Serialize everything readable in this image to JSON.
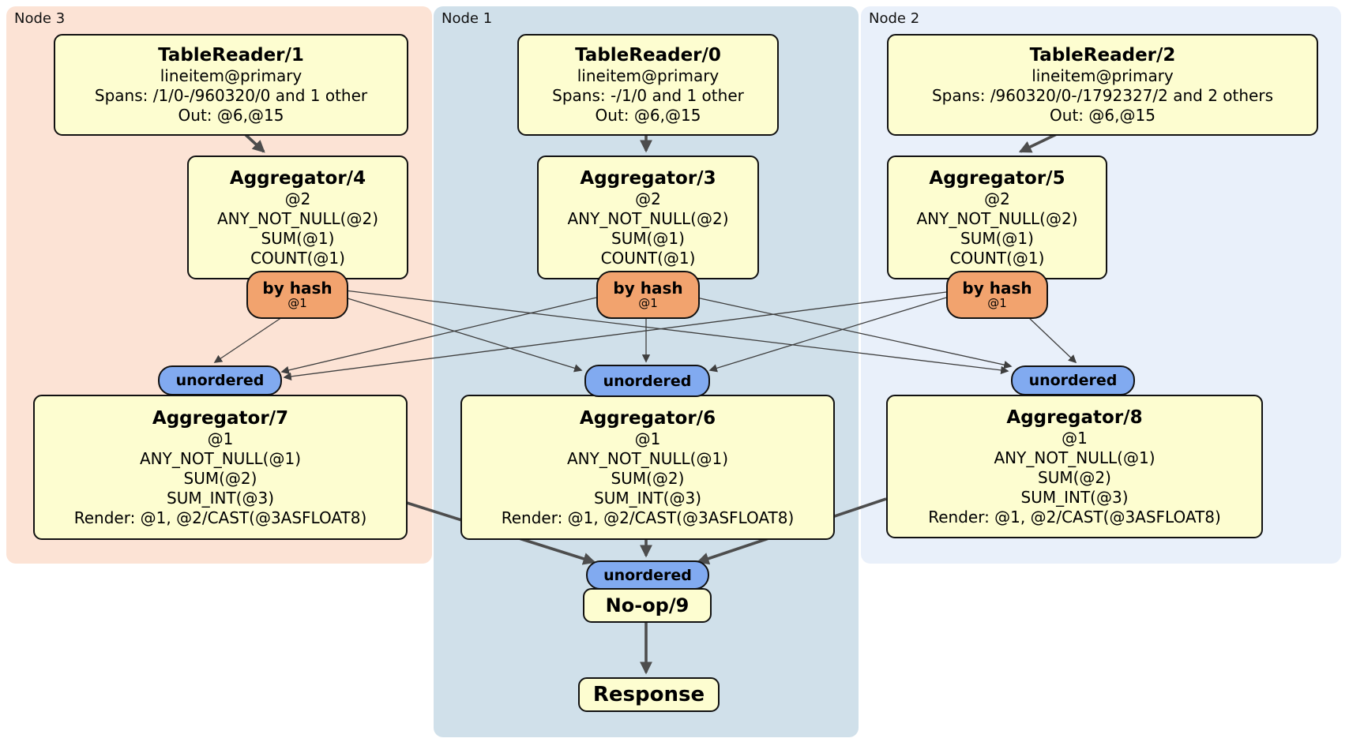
{
  "regions": {
    "node3": {
      "label": "Node 3"
    },
    "node1": {
      "label": "Node 1"
    },
    "node2": {
      "label": "Node 2"
    }
  },
  "processors": {
    "tr1": {
      "title": "TableReader/1",
      "lines": [
        "lineitem@primary",
        "Spans: /1/0-/960320/0 and 1 other",
        "Out: @6,@15"
      ]
    },
    "tr0": {
      "title": "TableReader/0",
      "lines": [
        "lineitem@primary",
        "Spans: -/1/0 and 1 other",
        "Out: @6,@15"
      ]
    },
    "tr2": {
      "title": "TableReader/2",
      "lines": [
        "lineitem@primary",
        "Spans: /960320/0-/1792327/2 and 2 others",
        "Out: @6,@15"
      ]
    },
    "agg4": {
      "title": "Aggregator/4",
      "lines": [
        "@2",
        "ANY_NOT_NULL(@2)",
        "SUM(@1)",
        "COUNT(@1)"
      ]
    },
    "agg3": {
      "title": "Aggregator/3",
      "lines": [
        "@2",
        "ANY_NOT_NULL(@2)",
        "SUM(@1)",
        "COUNT(@1)"
      ]
    },
    "agg5": {
      "title": "Aggregator/5",
      "lines": [
        "@2",
        "ANY_NOT_NULL(@2)",
        "SUM(@1)",
        "COUNT(@1)"
      ]
    },
    "agg7": {
      "title": "Aggregator/7",
      "lines": [
        "@1",
        "ANY_NOT_NULL(@1)",
        "SUM(@2)",
        "SUM_INT(@3)",
        "Render: @1, @2/CAST(@3ASFLOAT8)"
      ]
    },
    "agg6": {
      "title": "Aggregator/6",
      "lines": [
        "@1",
        "ANY_NOT_NULL(@1)",
        "SUM(@2)",
        "SUM_INT(@3)",
        "Render: @1, @2/CAST(@3ASFLOAT8)"
      ]
    },
    "agg8": {
      "title": "Aggregator/8",
      "lines": [
        "@1",
        "ANY_NOT_NULL(@1)",
        "SUM(@2)",
        "SUM_INT(@3)",
        "Render: @1, @2/CAST(@3ASFLOAT8)"
      ]
    },
    "noop": {
      "title": "No-op/9"
    },
    "response": {
      "title": "Response"
    }
  },
  "routers": {
    "left": {
      "label": "by hash",
      "detail": "@1"
    },
    "center": {
      "label": "by hash",
      "detail": "@1"
    },
    "right": {
      "label": "by hash",
      "detail": "@1"
    }
  },
  "syncs": {
    "left": {
      "label": "unordered"
    },
    "center": {
      "label": "unordered"
    },
    "right": {
      "label": "unordered"
    },
    "bottom": {
      "label": "unordered"
    }
  },
  "colors": {
    "node3-bg": "#fce3d5",
    "node1-bg": "#d0e0ea",
    "node2-bg": "#e9f0fa",
    "proc-bg": "#fdfdd0",
    "proc-border": "#111111",
    "router-bg": "#f2a36e",
    "sync-bg": "#81aaf0",
    "edge-thin": "#3f3f3f",
    "edge-thick": "#4d4d4d"
  }
}
